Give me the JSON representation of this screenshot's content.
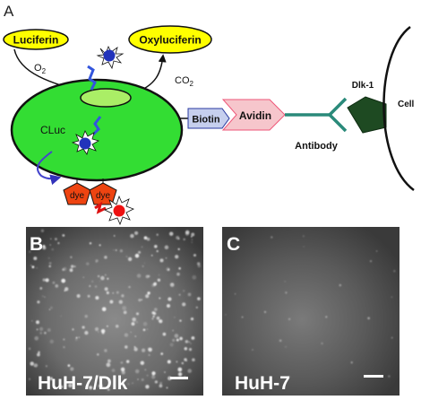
{
  "panel_a": {
    "label": "A",
    "luciferin": "Luciferin",
    "oxyluciferin": "Oxyluciferin",
    "o2": "O",
    "o2_sub": "2",
    "co2": "CO",
    "co2_sub": "2",
    "cluc": "CLuc",
    "dye_left": "dye",
    "dye_right": "dye",
    "biotin": "Biotin",
    "avidin": "Avidin",
    "antibody": "Antibody",
    "dlk1": "Dlk-1",
    "cell": "Cell"
  },
  "panel_b": {
    "label": "B",
    "caption": "HuH-7/Dlk"
  },
  "panel_c": {
    "label": "C",
    "caption": "HuH-7"
  },
  "colors": {
    "luciferin_fill": "#ffff00",
    "cluc_green": "#33dd33",
    "inner_green": "#aaee66",
    "photon_blue": "#2233bb",
    "dye_red": "#ee4411",
    "photon_red": "#ee1111",
    "biotin_fill": "#c6cfee",
    "avidin_fill": "#f6c6cc",
    "antibody_teal": "#2a8a7a",
    "dlk_green": "#1e4a22"
  }
}
